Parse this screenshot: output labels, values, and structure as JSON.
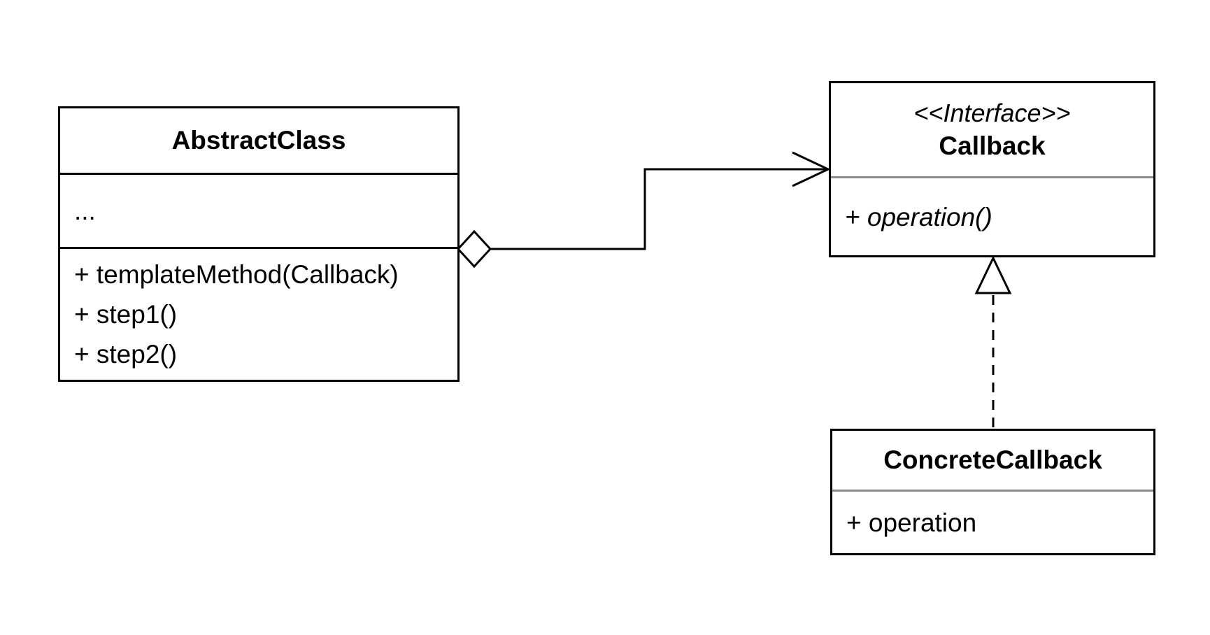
{
  "diagram": {
    "type": "uml-class-diagram",
    "background_color": "#ffffff",
    "line_color": "#000000",
    "separator_color": "#8c8c8c",
    "classes": {
      "abstract_class": {
        "name": "AbstractClass",
        "attributes": [
          "..."
        ],
        "methods": [
          "+ templateMethod(Callback)",
          "+ step1()",
          "+ step2()"
        ]
      },
      "callback_interface": {
        "stereotype": "<<Interface>>",
        "name": "Callback",
        "methods": [
          "+ operation()"
        ]
      },
      "concrete_callback": {
        "name": "ConcreteCallback",
        "methods": [
          "+ operation"
        ]
      }
    },
    "relationships": [
      {
        "from": "AbstractClass",
        "to": "Callback",
        "kind": "directed-association-with-aggregation",
        "line_style": "solid-elbow",
        "source_marker": "hollow-diamond",
        "target_marker": "open-arrowhead"
      },
      {
        "from": "ConcreteCallback",
        "to": "Callback",
        "kind": "realization",
        "line_style": "dashed",
        "target_marker": "hollow-triangle"
      }
    ]
  }
}
